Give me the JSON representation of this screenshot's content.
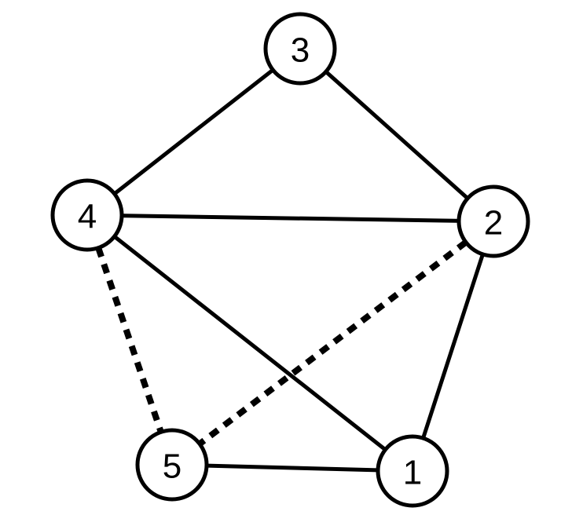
{
  "diagram": {
    "nodes": [
      {
        "id": "1",
        "label": "1"
      },
      {
        "id": "2",
        "label": "2"
      },
      {
        "id": "3",
        "label": "3"
      },
      {
        "id": "4",
        "label": "4"
      },
      {
        "id": "5",
        "label": "5"
      }
    ],
    "edges": [
      {
        "from": "3",
        "to": "4",
        "style": "solid"
      },
      {
        "from": "3",
        "to": "2",
        "style": "solid"
      },
      {
        "from": "4",
        "to": "2",
        "style": "solid"
      },
      {
        "from": "4",
        "to": "1",
        "style": "solid"
      },
      {
        "from": "2",
        "to": "1",
        "style": "solid"
      },
      {
        "from": "5",
        "to": "1",
        "style": "solid"
      },
      {
        "from": "4",
        "to": "5",
        "style": "dashed"
      },
      {
        "from": "2",
        "to": "5",
        "style": "dashed"
      }
    ]
  }
}
